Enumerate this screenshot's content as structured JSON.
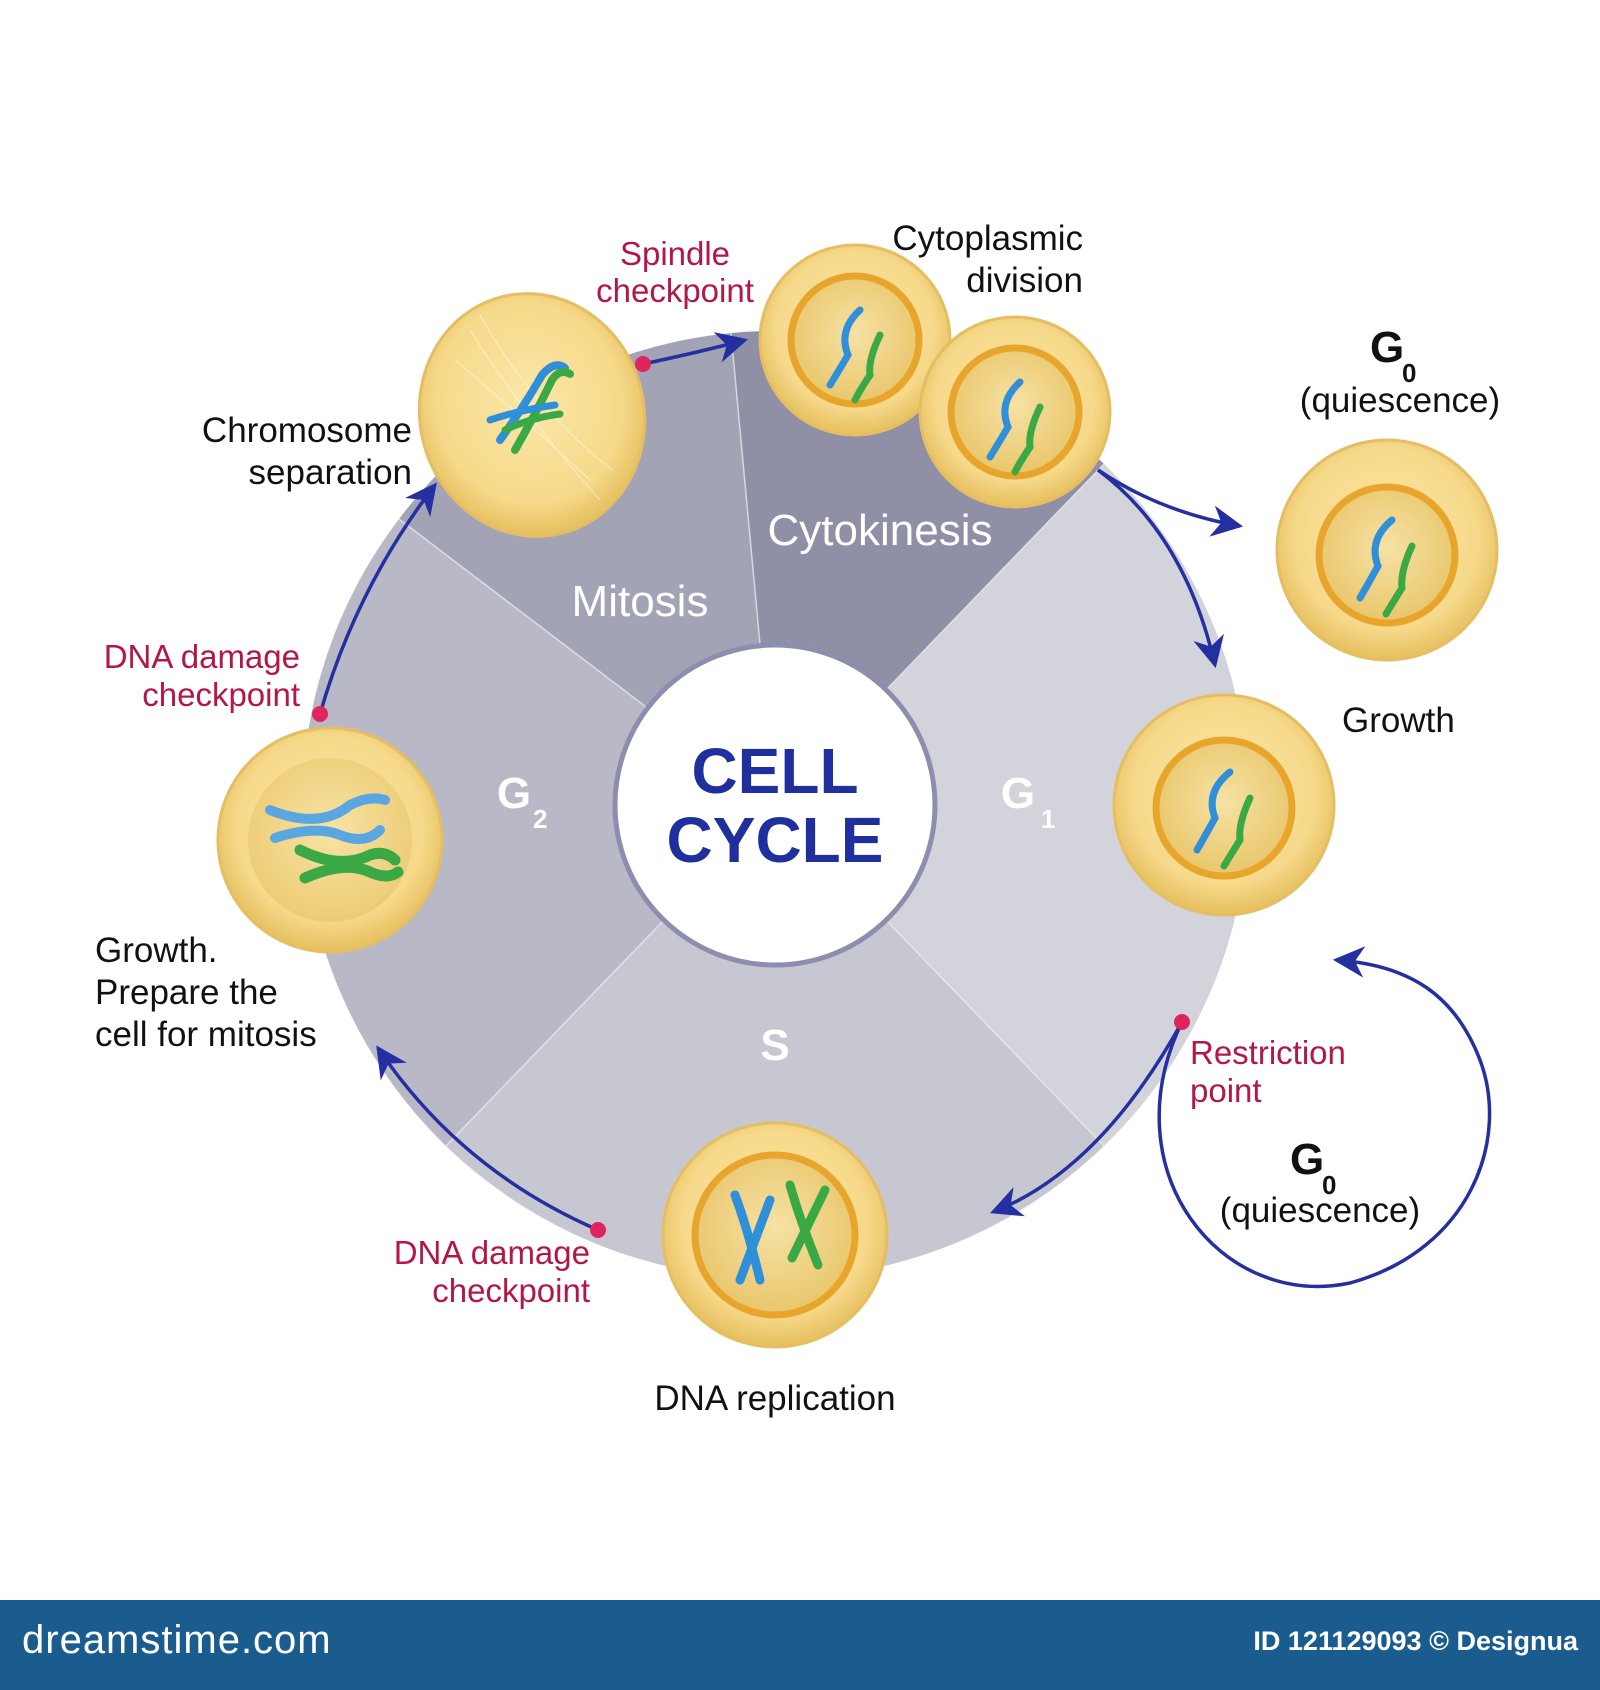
{
  "diagram": {
    "center": {
      "line1": "CELL",
      "line2": "CYCLE"
    },
    "phases": {
      "mitosis": "Mitosis",
      "cytokinesis": "Cytokinesis",
      "g1_main": "G",
      "g1_sub": "1",
      "g2_main": "G",
      "g2_sub": "2",
      "s": "S"
    },
    "labels": {
      "cytoplasmic_1": "Cytoplasmic",
      "cytoplasmic_2": "division",
      "chromosome_1": "Chromosome",
      "chromosome_2": "separation",
      "growth": "Growth",
      "growth_prepare_1": "Growth.",
      "growth_prepare_2": "Prepare the",
      "growth_prepare_3": "cell for mitosis",
      "dna_replication": "DNA replication"
    },
    "checkpoints": {
      "spindle_1": "Spindle",
      "spindle_2": "checkpoint",
      "dna_damage_top_1": "DNA damage",
      "dna_damage_top_2": "checkpoint",
      "dna_damage_bottom_1": "DNA damage",
      "dna_damage_bottom_2": "checkpoint",
      "restriction_1": "Restriction",
      "restriction_2": "point"
    },
    "g0_top": {
      "main": "G",
      "sub": "0",
      "desc": "(quiescence)"
    },
    "g0_loop": {
      "main": "G",
      "sub": "0",
      "desc": "(quiescence)"
    },
    "colors": {
      "arrow": "#2530a0",
      "checkpoint_dot": "#e0245e",
      "checkpoint_text": "#b3174a",
      "center_text": "#1f2f9e",
      "g1_sector": "#d3d3dc",
      "s_sector": "#c7c7d2",
      "g2_sector": "#b8b8c6",
      "mitosis_sector": "#a3a3b6",
      "cytokinesis_sector": "#8f8fa6",
      "cell_fill": "#f6d98a",
      "chromosome_blue": "#2f8fd8",
      "chromosome_green": "#3aa845"
    }
  },
  "footer": {
    "brand": "dreamstime.com",
    "id_text": "ID 121129093 © Designua"
  }
}
